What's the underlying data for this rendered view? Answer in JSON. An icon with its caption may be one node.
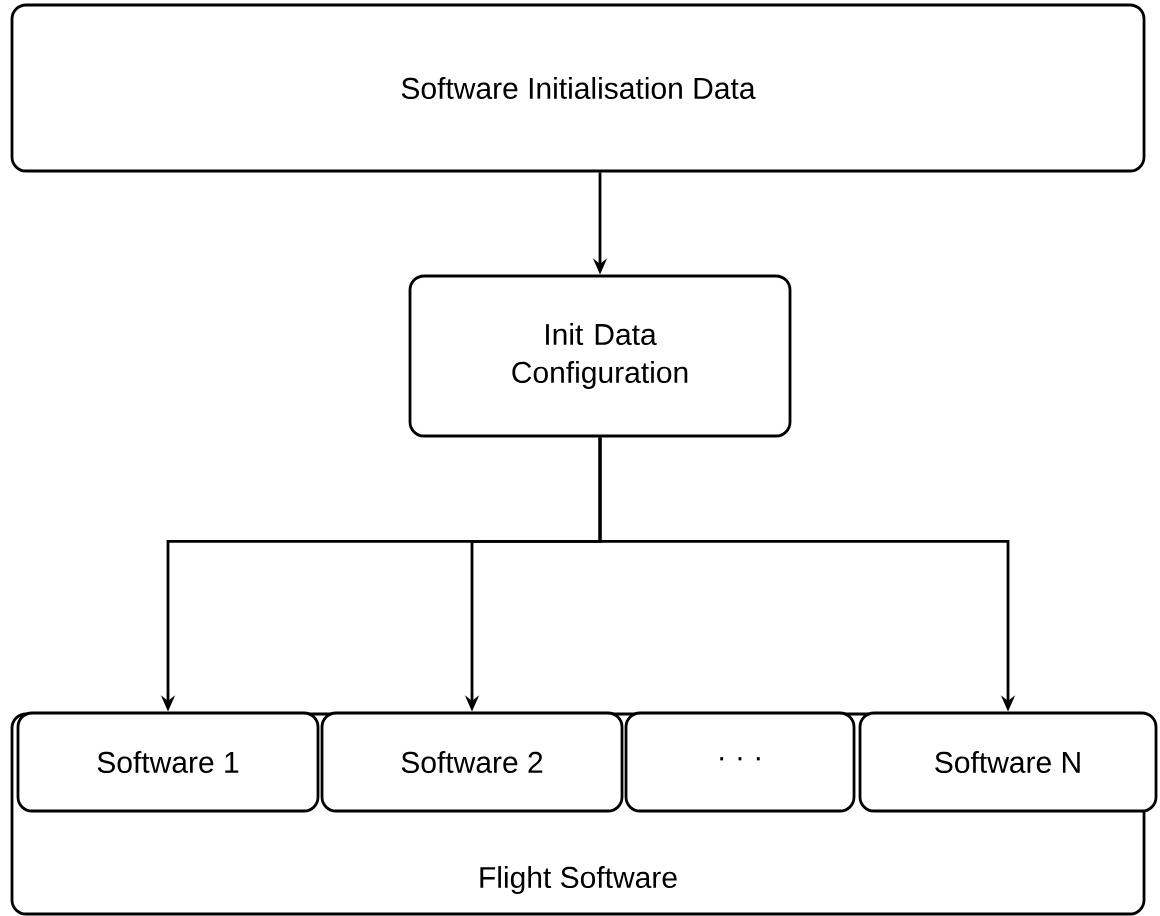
{
  "diagram": {
    "nodes": [
      {
        "text": [
          "Software Initialisation Data"
        ]
      },
      {
        "text": [
          "Init Data Configuration"
        ]
      },
      {
        "text": [
          "Flight Software"
        ]
      },
      {
        "text": [
          "Software 1"
        ],
        "in": 2
      },
      {
        "text": [
          "Software 2"
        ],
        "in": 2
      },
      {
        "text": [
          "· · ·"
        ],
        "in": 2
      },
      {
        "text": [
          "Software N"
        ],
        "in": 2
      }
    ],
    "edges": [
      {
        "from": 0,
        "to": 1,
        "arrow": "to"
      },
      {
        "from": 1,
        "to": 3,
        "arrow": "to"
      },
      {
        "from": 1,
        "to": 4,
        "arrow": "to"
      },
      {
        "from": 1,
        "to": 6,
        "arrow": "to"
      }
    ]
  }
}
